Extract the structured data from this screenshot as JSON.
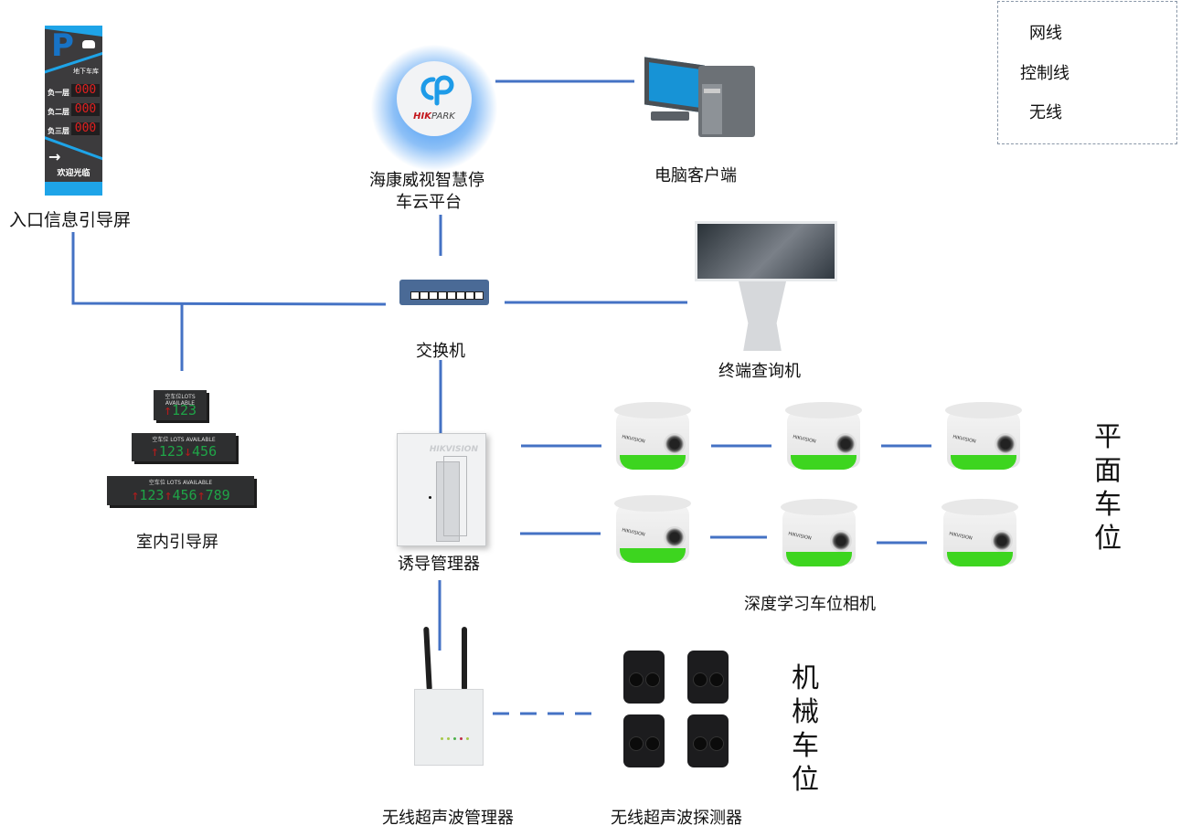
{
  "legend": {
    "items": [
      {
        "label": "网线",
        "style": "solid",
        "color": "#4472C4"
      },
      {
        "label": "控制线",
        "style": "solid",
        "color": "#FFC000"
      },
      {
        "label": "无线",
        "style": "dashed",
        "color": "#4472C4"
      }
    ]
  },
  "colors": {
    "network_line": "#4472C4",
    "control_line": "#FFC000",
    "wireless_line": "#4472C4"
  },
  "nodes": {
    "entrance_screen": {
      "label": "入口信息引导屏",
      "sign": {
        "title": "地下车库",
        "floors": [
          {
            "name": "负一层",
            "count": "000"
          },
          {
            "name": "负二层",
            "count": "000"
          },
          {
            "name": "负三层",
            "count": "000"
          }
        ],
        "arrow": "→",
        "welcome": "欢迎光临",
        "p_letter": "P"
      }
    },
    "cloud_platform": {
      "label_line1": "海康威视智慧停",
      "label_line2": "车云平台",
      "logo_text_hik": "HIK",
      "logo_text_park": "PARK"
    },
    "pc_client": {
      "label": "电脑客户端"
    },
    "switch": {
      "label": "交换机"
    },
    "kiosk": {
      "label": "终端查询机"
    },
    "indoor_screen": {
      "label": "室内引导屏",
      "panels": [
        {
          "header": "空车位LOTS AVAILABLE",
          "content": [
            {
              "arrow": "↑",
              "num": "123"
            }
          ]
        },
        {
          "header": "空车位 LOTS AVAILABLE",
          "content": [
            {
              "arrow": "↑",
              "num": "123"
            },
            {
              "arrow": "↓",
              "num": "456"
            }
          ]
        },
        {
          "header": "空车位 LOTS AVAILABLE",
          "content": [
            {
              "arrow": "↑",
              "num": "123"
            },
            {
              "arrow": "↑",
              "num": "456"
            },
            {
              "arrow": "↑",
              "num": "789"
            }
          ]
        }
      ]
    },
    "guidance_manager": {
      "label": "诱导管理器",
      "brand": "HIKVISION"
    },
    "cameras": {
      "label": "深度学习车位相机",
      "brand": "HIKVISION",
      "count": 6
    },
    "flat_parking": {
      "label": "平面车位"
    },
    "wireless_manager": {
      "label": "无线超声波管理器"
    },
    "wireless_detectors": {
      "label": "无线超声波探测器",
      "count": 4
    },
    "mechanical_parking": {
      "label": "机械车位"
    }
  }
}
